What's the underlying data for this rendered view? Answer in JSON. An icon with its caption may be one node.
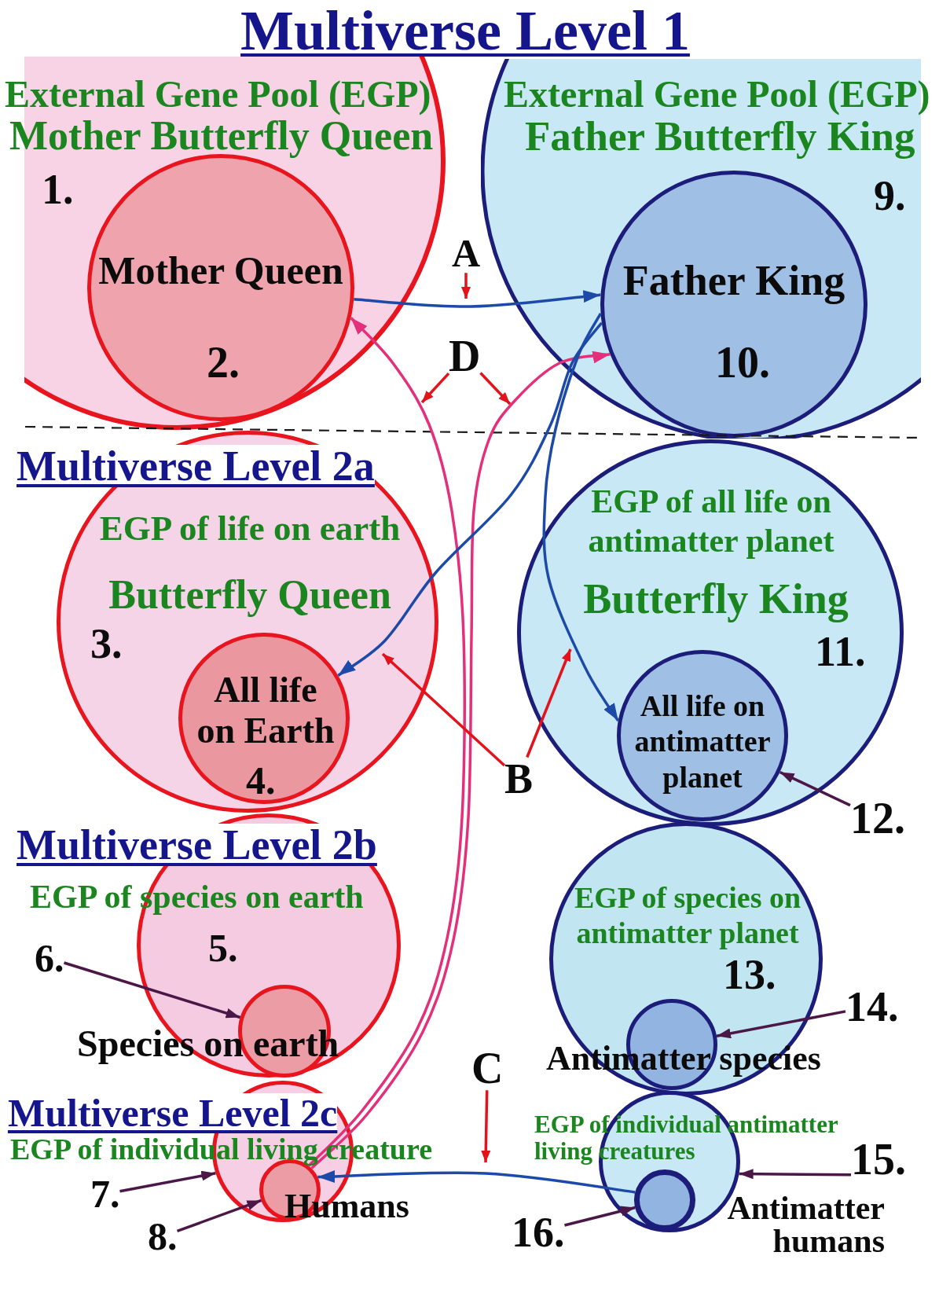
{
  "diagram": {
    "title": "Multiverse Level 1",
    "nodes": [
      {
        "text": [
          "External Gene Pool (EGP)",
          "Mother Butterfly Queen",
          "1."
        ]
      },
      {
        "text": [
          "Mother Queen",
          "2."
        ],
        "in": 0
      },
      {
        "text": [
          "External Gene Pool (EGP)",
          "Father Butterfly King",
          "9."
        ]
      },
      {
        "text": [
          "Father King",
          "10."
        ],
        "in": 2
      },
      {
        "text": [
          "A"
        ]
      },
      {
        "text": [
          "D"
        ]
      },
      {
        "text": [
          "EGP of life on earth",
          "Butterfly Queen",
          "3."
        ]
      },
      {
        "text": [
          "All life on Earth",
          "4."
        ],
        "in": 6
      },
      {
        "text": [
          "EGP of all life on antimatter planet",
          "Butterfly King",
          "11."
        ]
      },
      {
        "text": [
          "All life on antimatter planet"
        ],
        "in": 8
      },
      {
        "text": [
          "B"
        ]
      },
      {
        "text": [
          "12."
        ]
      },
      {
        "text": [
          "EGP of species on earth",
          "5."
        ]
      },
      {
        "text": [
          "Species on earth"
        ],
        "in": 12
      },
      {
        "text": [
          "6."
        ]
      },
      {
        "text": [
          "EGP of individual living creature"
        ]
      },
      {
        "text": [
          "Humans"
        ],
        "in": 15
      },
      {
        "text": [
          "7."
        ]
      },
      {
        "text": [
          "8."
        ]
      },
      {
        "text": [
          "EGP of species on antimatter planet",
          "13."
        ]
      },
      {
        "text": [
          "Antimatter species"
        ],
        "in": 19
      },
      {
        "text": [
          "14."
        ]
      },
      {
        "text": [
          "C"
        ]
      },
      {
        "text": [
          "EGP of individual antimatter living creatures"
        ]
      },
      {
        "text": [
          "Antimatter humans"
        ],
        "in": 23
      },
      {
        "text": [
          "15."
        ]
      },
      {
        "text": [
          "16."
        ]
      }
    ],
    "edges": [
      {
        "from": 1,
        "to": 3,
        "arrow": "to",
        "color": "#1d4aa8"
      },
      {
        "from": 16,
        "to": 1,
        "arrow": "to",
        "color": "#e4307a"
      },
      {
        "from": 16,
        "to": 3,
        "arrow": "to",
        "color": "#e4307a"
      },
      {
        "from": 3,
        "to": 7,
        "arrow": "to",
        "color": "#1d4aa8"
      },
      {
        "from": 3,
        "to": 9,
        "arrow": "to",
        "color": "#1d4aa8"
      },
      {
        "from": 24,
        "to": 16,
        "arrow": "to",
        "color": "#1d4aa8"
      },
      {
        "from": 4,
        "to": null,
        "arrow": "to",
        "color": "#e3121b"
      },
      {
        "from": 5,
        "to": null,
        "arrow": "to",
        "color": "#e3121b"
      },
      {
        "from": 5,
        "to": null,
        "arrow": "to",
        "color": "#e3121b"
      },
      {
        "from": 10,
        "to": null,
        "arrow": "to",
        "color": "#e3121b"
      },
      {
        "from": 10,
        "to": null,
        "arrow": "to",
        "color": "#e3121b"
      },
      {
        "from": 22,
        "to": null,
        "arrow": "to",
        "color": "#e3121b"
      },
      {
        "from": 11,
        "to": 9,
        "arrow": "to"
      },
      {
        "from": 14,
        "to": 13,
        "arrow": "to"
      },
      {
        "from": 17,
        "to": 15,
        "arrow": "to"
      },
      {
        "from": 18,
        "to": 16,
        "arrow": "to"
      },
      {
        "from": 21,
        "to": 20,
        "arrow": "to"
      },
      {
        "from": 25,
        "to": 23,
        "arrow": "to"
      },
      {
        "from": 26,
        "to": 24,
        "arrow": "to"
      }
    ],
    "labels": [
      "Multiverse Level 2a",
      "Multiverse Level 2b",
      "Multiverse Level 2c"
    ]
  }
}
